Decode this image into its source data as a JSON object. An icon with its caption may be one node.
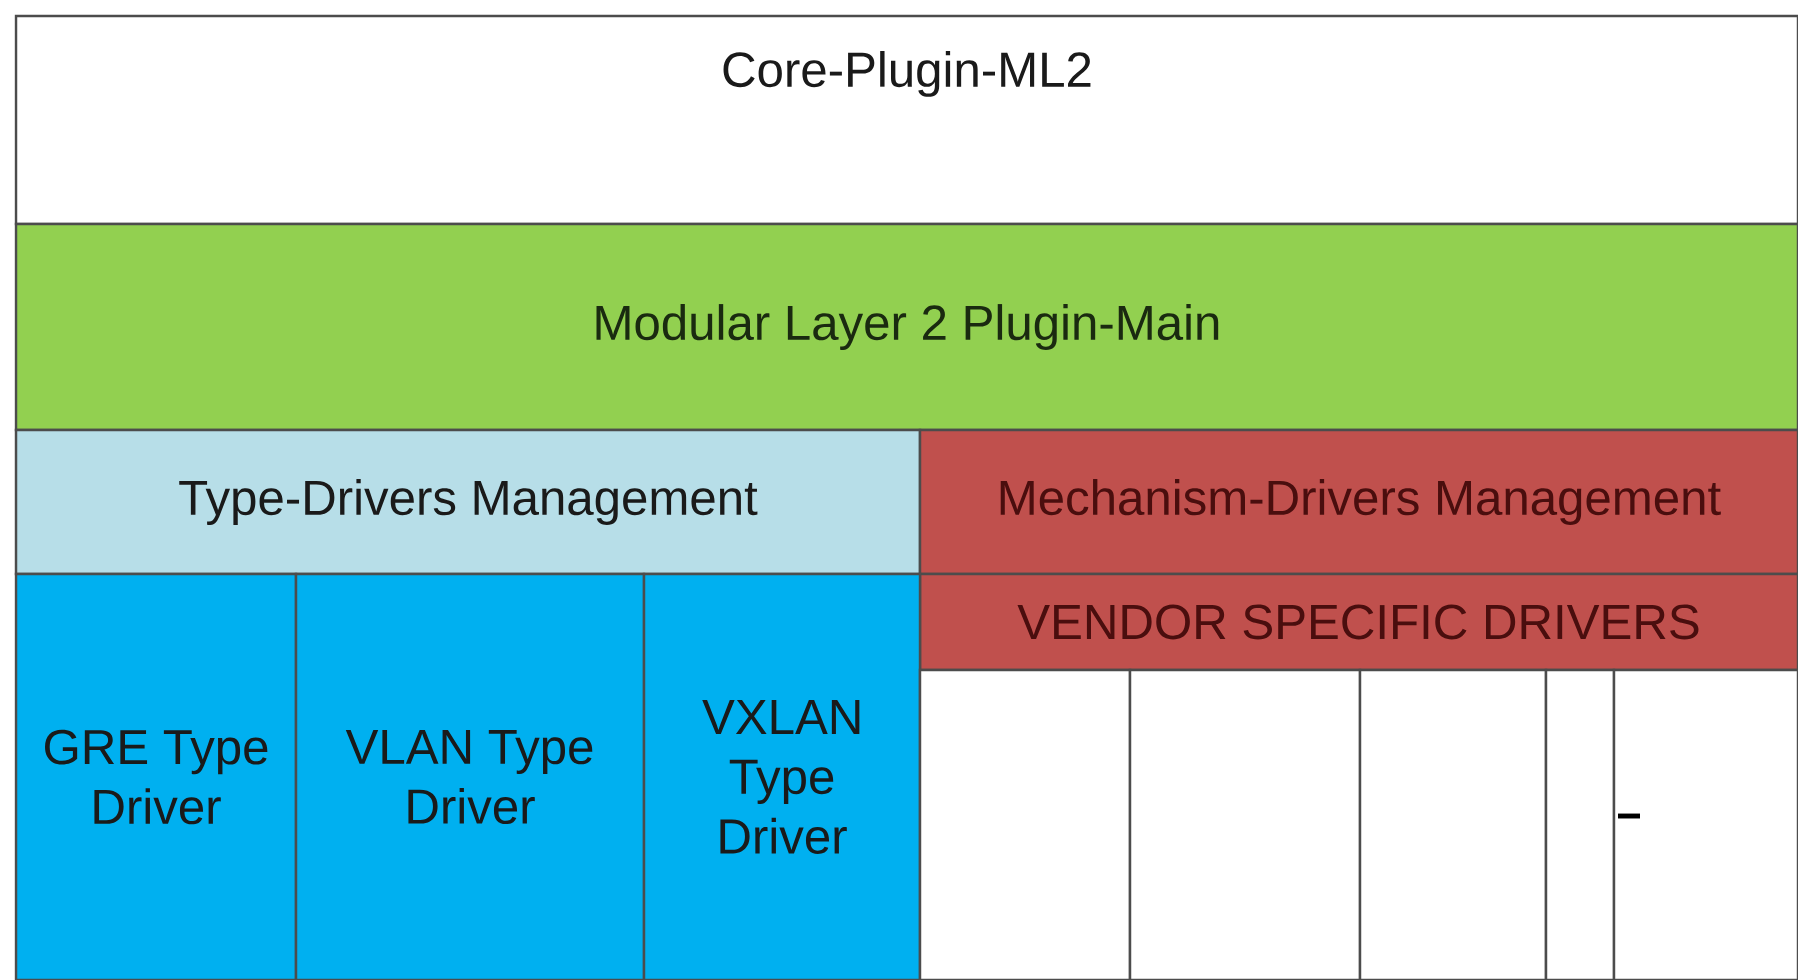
{
  "diagram": {
    "nodes": [
      {
        "text": [
          "Core-Plugin-ML2"
        ]
      },
      {
        "text": [
          "Modular Layer 2 Plugin-Main"
        ]
      },
      {
        "text": [
          "Type-Drivers Management"
        ]
      },
      {
        "text": [
          "Mechanism-Drivers Management"
        ]
      },
      {
        "text": [
          "VENDOR SPECIFIC DRIVERS"
        ]
      },
      {
        "text": [
          "GRE Type Driver"
        ]
      },
      {
        "text": [
          "VLAN Type Driver"
        ]
      },
      {
        "text": [
          "VXLAN Type Driver"
        ]
      },
      {
        "text": [],
        "shape": "box"
      },
      {
        "text": [],
        "shape": "box"
      },
      {
        "text": [],
        "shape": "box"
      },
      {
        "text": [],
        "shape": "box"
      },
      {
        "text": [],
        "shape": "box"
      }
    ]
  }
}
